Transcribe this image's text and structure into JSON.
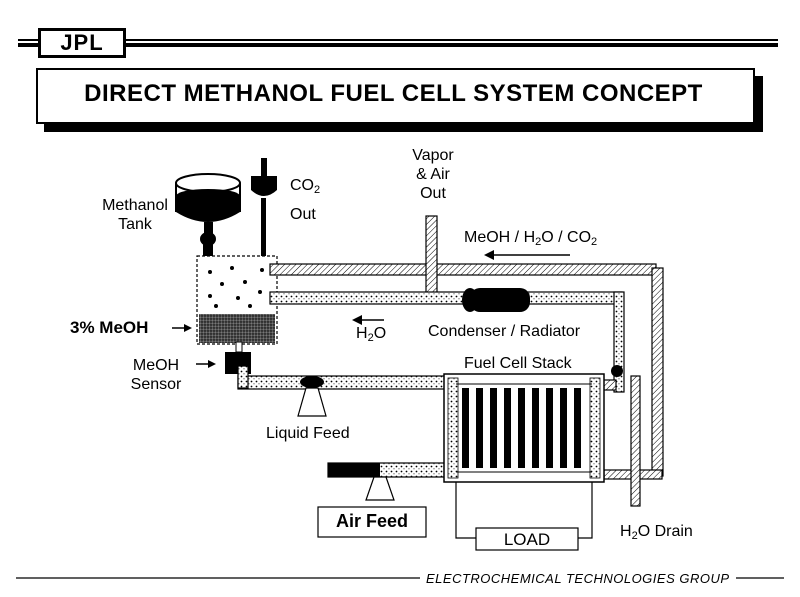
{
  "header": {
    "logo_text": "JPL",
    "title": "DIRECT  METHANOL FUEL CELL SYSTEM  CONCEPT"
  },
  "labels": {
    "methanol_tank": [
      "Methanol",
      "Tank"
    ],
    "co2_out": {
      "main": "CO",
      "sub": "2",
      "line2": "Out"
    },
    "vapor_air_out": [
      "Vapor",
      "& Air",
      "Out"
    ],
    "meoh_h2o_co2": {
      "part1": "MeOH / H",
      "sub1": "2",
      "part2": "O / CO",
      "sub2": "2"
    },
    "three_percent_meoh": "3% MeOH",
    "h2o": {
      "part1": "H",
      "sub": "2",
      "part2": "O"
    },
    "condenser_radiator": "Condenser / Radiator",
    "meoh_sensor": [
      "MeOH",
      "Sensor"
    ],
    "fuel_cell_stack": "Fuel Cell Stack",
    "liquid_feed": "Liquid Feed",
    "air_feed": "Air Feed",
    "load": "LOAD",
    "h2o_drain": {
      "part1": "H",
      "sub": "2",
      "part2": "O Drain"
    }
  },
  "footer": {
    "group": "ELECTROCHEMICAL TECHNOLOGIES GROUP"
  }
}
